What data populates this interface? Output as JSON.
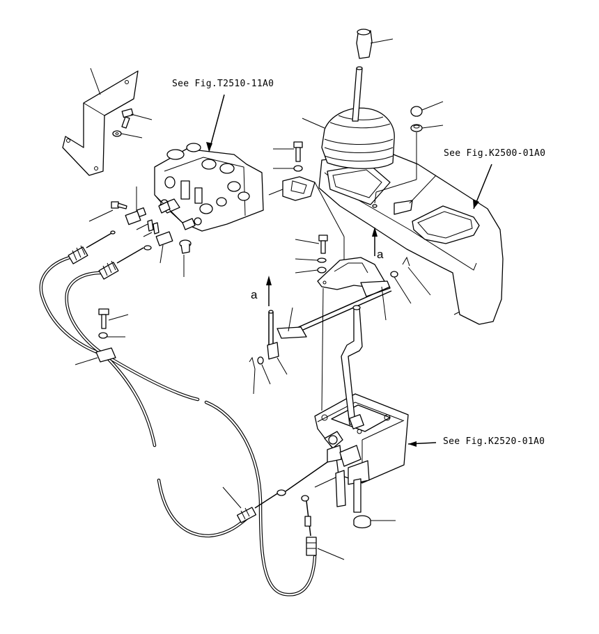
{
  "references": {
    "valve": "See Fig.T2510-11A0",
    "console": "See Fig.K2500-01A0",
    "lever_box": "See Fig.K2520-01A0"
  },
  "markers": {
    "top": "a",
    "left": "a"
  }
}
